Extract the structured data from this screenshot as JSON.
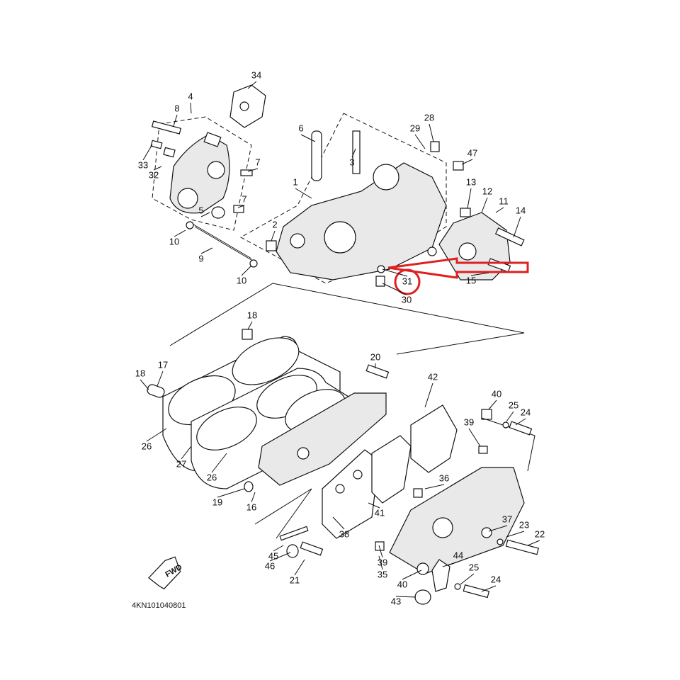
{
  "diagram": {
    "code": "4KN101040801",
    "fwd_label": "FWD",
    "highlight_color": "#e02020",
    "highlighted_callout": "31",
    "callouts": [
      "1",
      "2",
      "3",
      "4",
      "5",
      "6",
      "7",
      "7",
      "8",
      "9",
      "10",
      "10",
      "11",
      "12",
      "13",
      "14",
      "15",
      "16",
      "17",
      "18",
      "18",
      "19",
      "20",
      "21",
      "22",
      "23",
      "24",
      "24",
      "25",
      "25",
      "26",
      "26",
      "27",
      "28",
      "29",
      "30",
      "31",
      "32",
      "33",
      "34",
      "35",
      "36",
      "37",
      "38",
      "39",
      "39",
      "40",
      "40",
      "41",
      "42",
      "43",
      "44",
      "45",
      "46",
      "47"
    ]
  }
}
